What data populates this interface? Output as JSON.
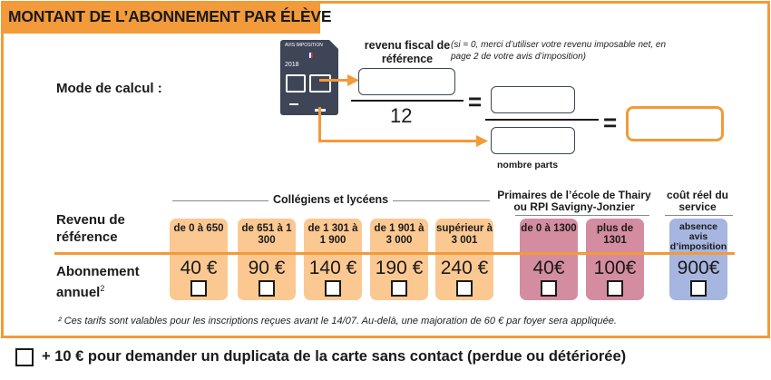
{
  "title": "MONTANT DE L’ABONNEMENT PAR ÉLÈVE",
  "mode_label": "Mode de calcul :",
  "avis_icon": {
    "header": "AVIS IMPOSITION",
    "year": "2018"
  },
  "revenu_fiscal_label": "revenu fiscal de référence",
  "note": "(si = 0, merci d’utiliser votre revenu imposable net, en page 2 de votre avis d’imposition)",
  "denominator": "12",
  "equals": "=",
  "nombre_parts": "nombre parts",
  "groups": {
    "colleges": "Collégiens et lycéens",
    "primaires": "Primaires de l’école de Thairy ou RPI Savigny-Jonzier",
    "cout": "coût réel du service"
  },
  "row_labels": {
    "revenu": "Revenu de référence",
    "abonnement": "Abonnement annuel",
    "sup": "2"
  },
  "cards": [
    {
      "range": "de 0 à 650",
      "price": "40 €",
      "color": "#fbc892"
    },
    {
      "range": "de 651 à 1 300",
      "price": "90 €",
      "color": "#fbc892"
    },
    {
      "range": "de 1 301 à 1 900",
      "price": "140 €",
      "color": "#fbc892"
    },
    {
      "range": "de 1 901 à 3 000",
      "price": "190 €",
      "color": "#fbc892"
    },
    {
      "range": "supérieur à 3 001",
      "price": "240 €",
      "color": "#fbc892"
    },
    {
      "range": "de 0 à 1300",
      "price": "40€",
      "color": "#d48ca0"
    },
    {
      "range": "plus de 1301",
      "price": "100€",
      "color": "#d48ca0"
    },
    {
      "range": "absence avis d’imposition",
      "price": "900€",
      "color": "#a7b6e0"
    }
  ],
  "footnote": "² Ces tarifs sont valables pour les inscriptions reçues avant le 14/07. Au-delà, une majoration de 60 € par foyer sera appliquée.",
  "duplicate": "+ 10 € pour demander un duplicata de la carte sans contact (perdue ou détériorée)",
  "accent": "#f39a3a"
}
